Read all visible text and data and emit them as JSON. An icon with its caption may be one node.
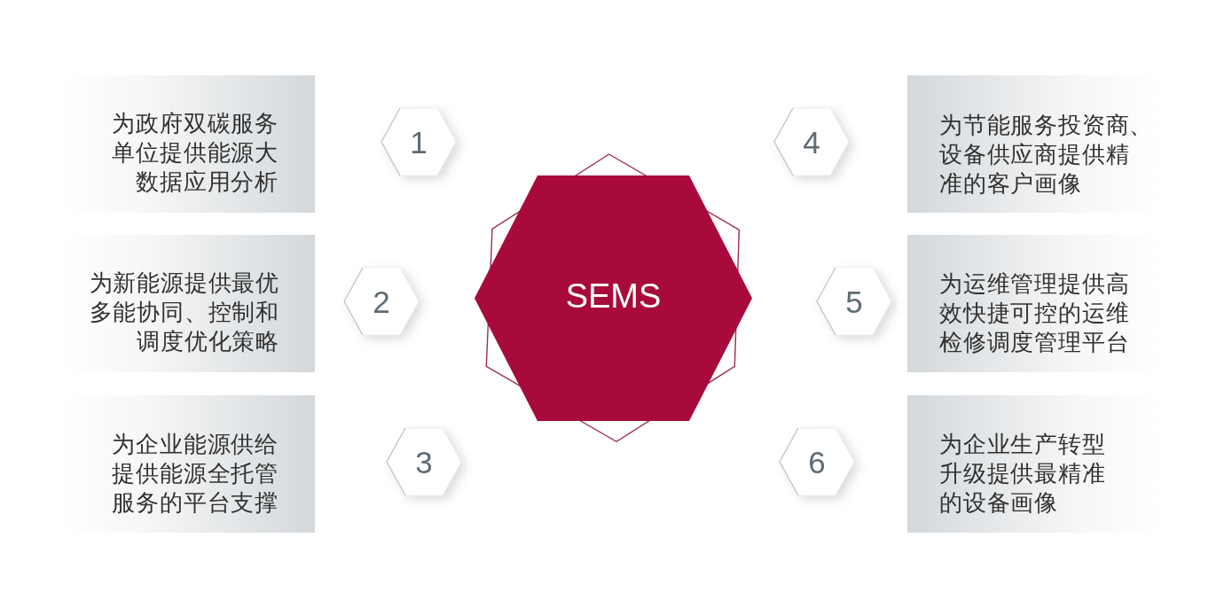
{
  "diagram": {
    "nodes": [
      {
        "text": [
          "为政府双碳服务单位提供能源大数据应用分析"
        ]
      },
      {
        "text": [
          "1"
        ]
      },
      {
        "text": [
          "为新能源提供最优多能协同、控制和调度优化策略"
        ]
      },
      {
        "text": [
          "2"
        ]
      },
      {
        "text": [
          "为企业能源供给提供能源全托管服务的平台支撑"
        ]
      },
      {
        "text": [
          "3"
        ]
      },
      {
        "text": [
          "SEMS"
        ]
      },
      {
        "text": [
          "4"
        ]
      },
      {
        "text": [
          "为节能服务投资商、设备供应商提供精准的客户画像"
        ]
      },
      {
        "text": [
          "5"
        ]
      },
      {
        "text": [
          "为运维管理提供高效快捷可控的运维检修调度管理平台"
        ]
      },
      {
        "text": [
          "6"
        ]
      },
      {
        "text": [
          "为企业生产转型升级提供最精准的设备画像"
        ]
      }
    ]
  }
}
